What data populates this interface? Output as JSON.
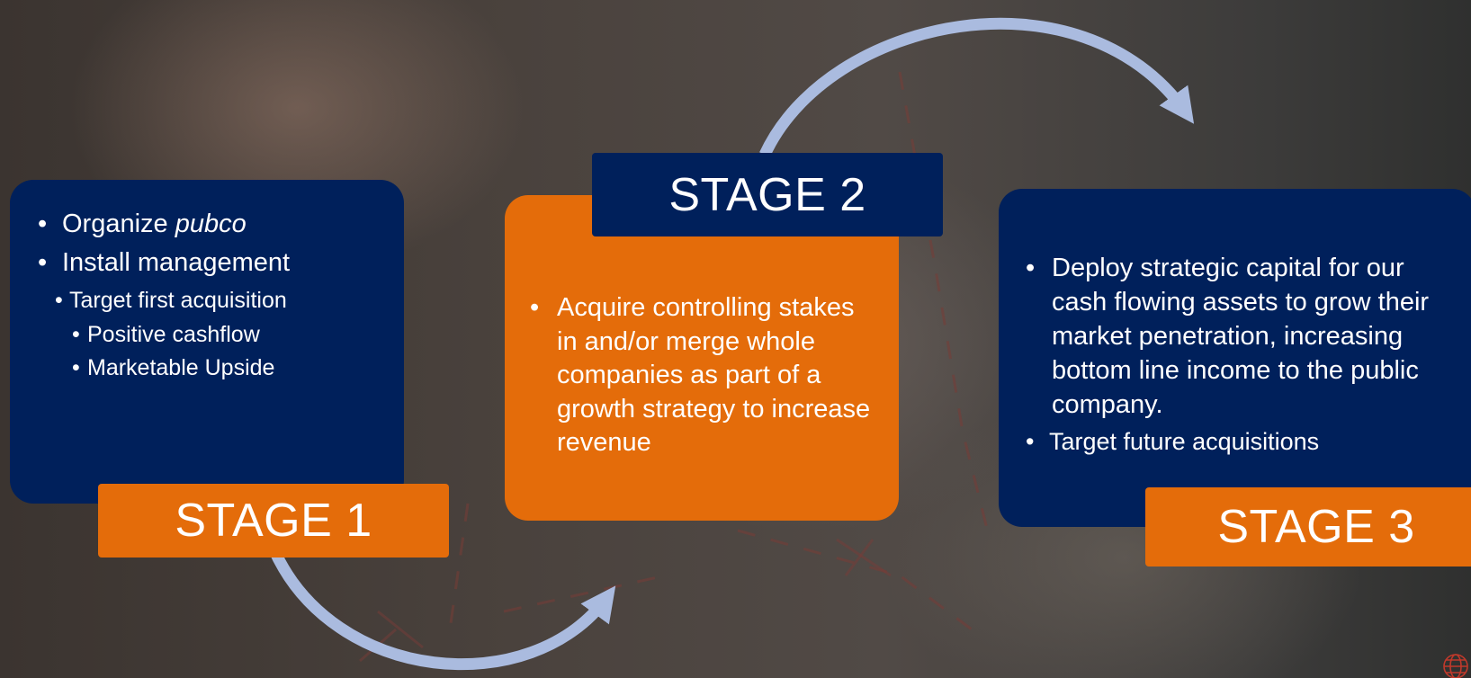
{
  "colors": {
    "navy": "#00205b",
    "orange": "#e46c0a",
    "arrow": "#aabbdf"
  },
  "stage1": {
    "label": "STAGE 1",
    "bullets": [
      {
        "text": "Organize ",
        "em": "pubco"
      },
      {
        "text": "Install management"
      },
      {
        "text": "Target first acquisition"
      },
      {
        "text": "Positive cashflow"
      },
      {
        "text": "Marketable Upside"
      }
    ]
  },
  "stage2": {
    "label": "STAGE 2",
    "bullets": [
      {
        "text": "Acquire controlling stakes in and/or merge whole companies as part of a growth strategy to increase revenue"
      }
    ]
  },
  "stage3": {
    "label": "STAGE 3",
    "bullets": [
      {
        "text": "Deploy strategic capital for our cash flowing assets to grow their market penetration, increasing bottom line income to the public company."
      },
      {
        "text": "Target future acquisitions"
      }
    ]
  },
  "icons": {
    "corner": "globe-icon",
    "arrows": "curved-arrow-icon"
  }
}
